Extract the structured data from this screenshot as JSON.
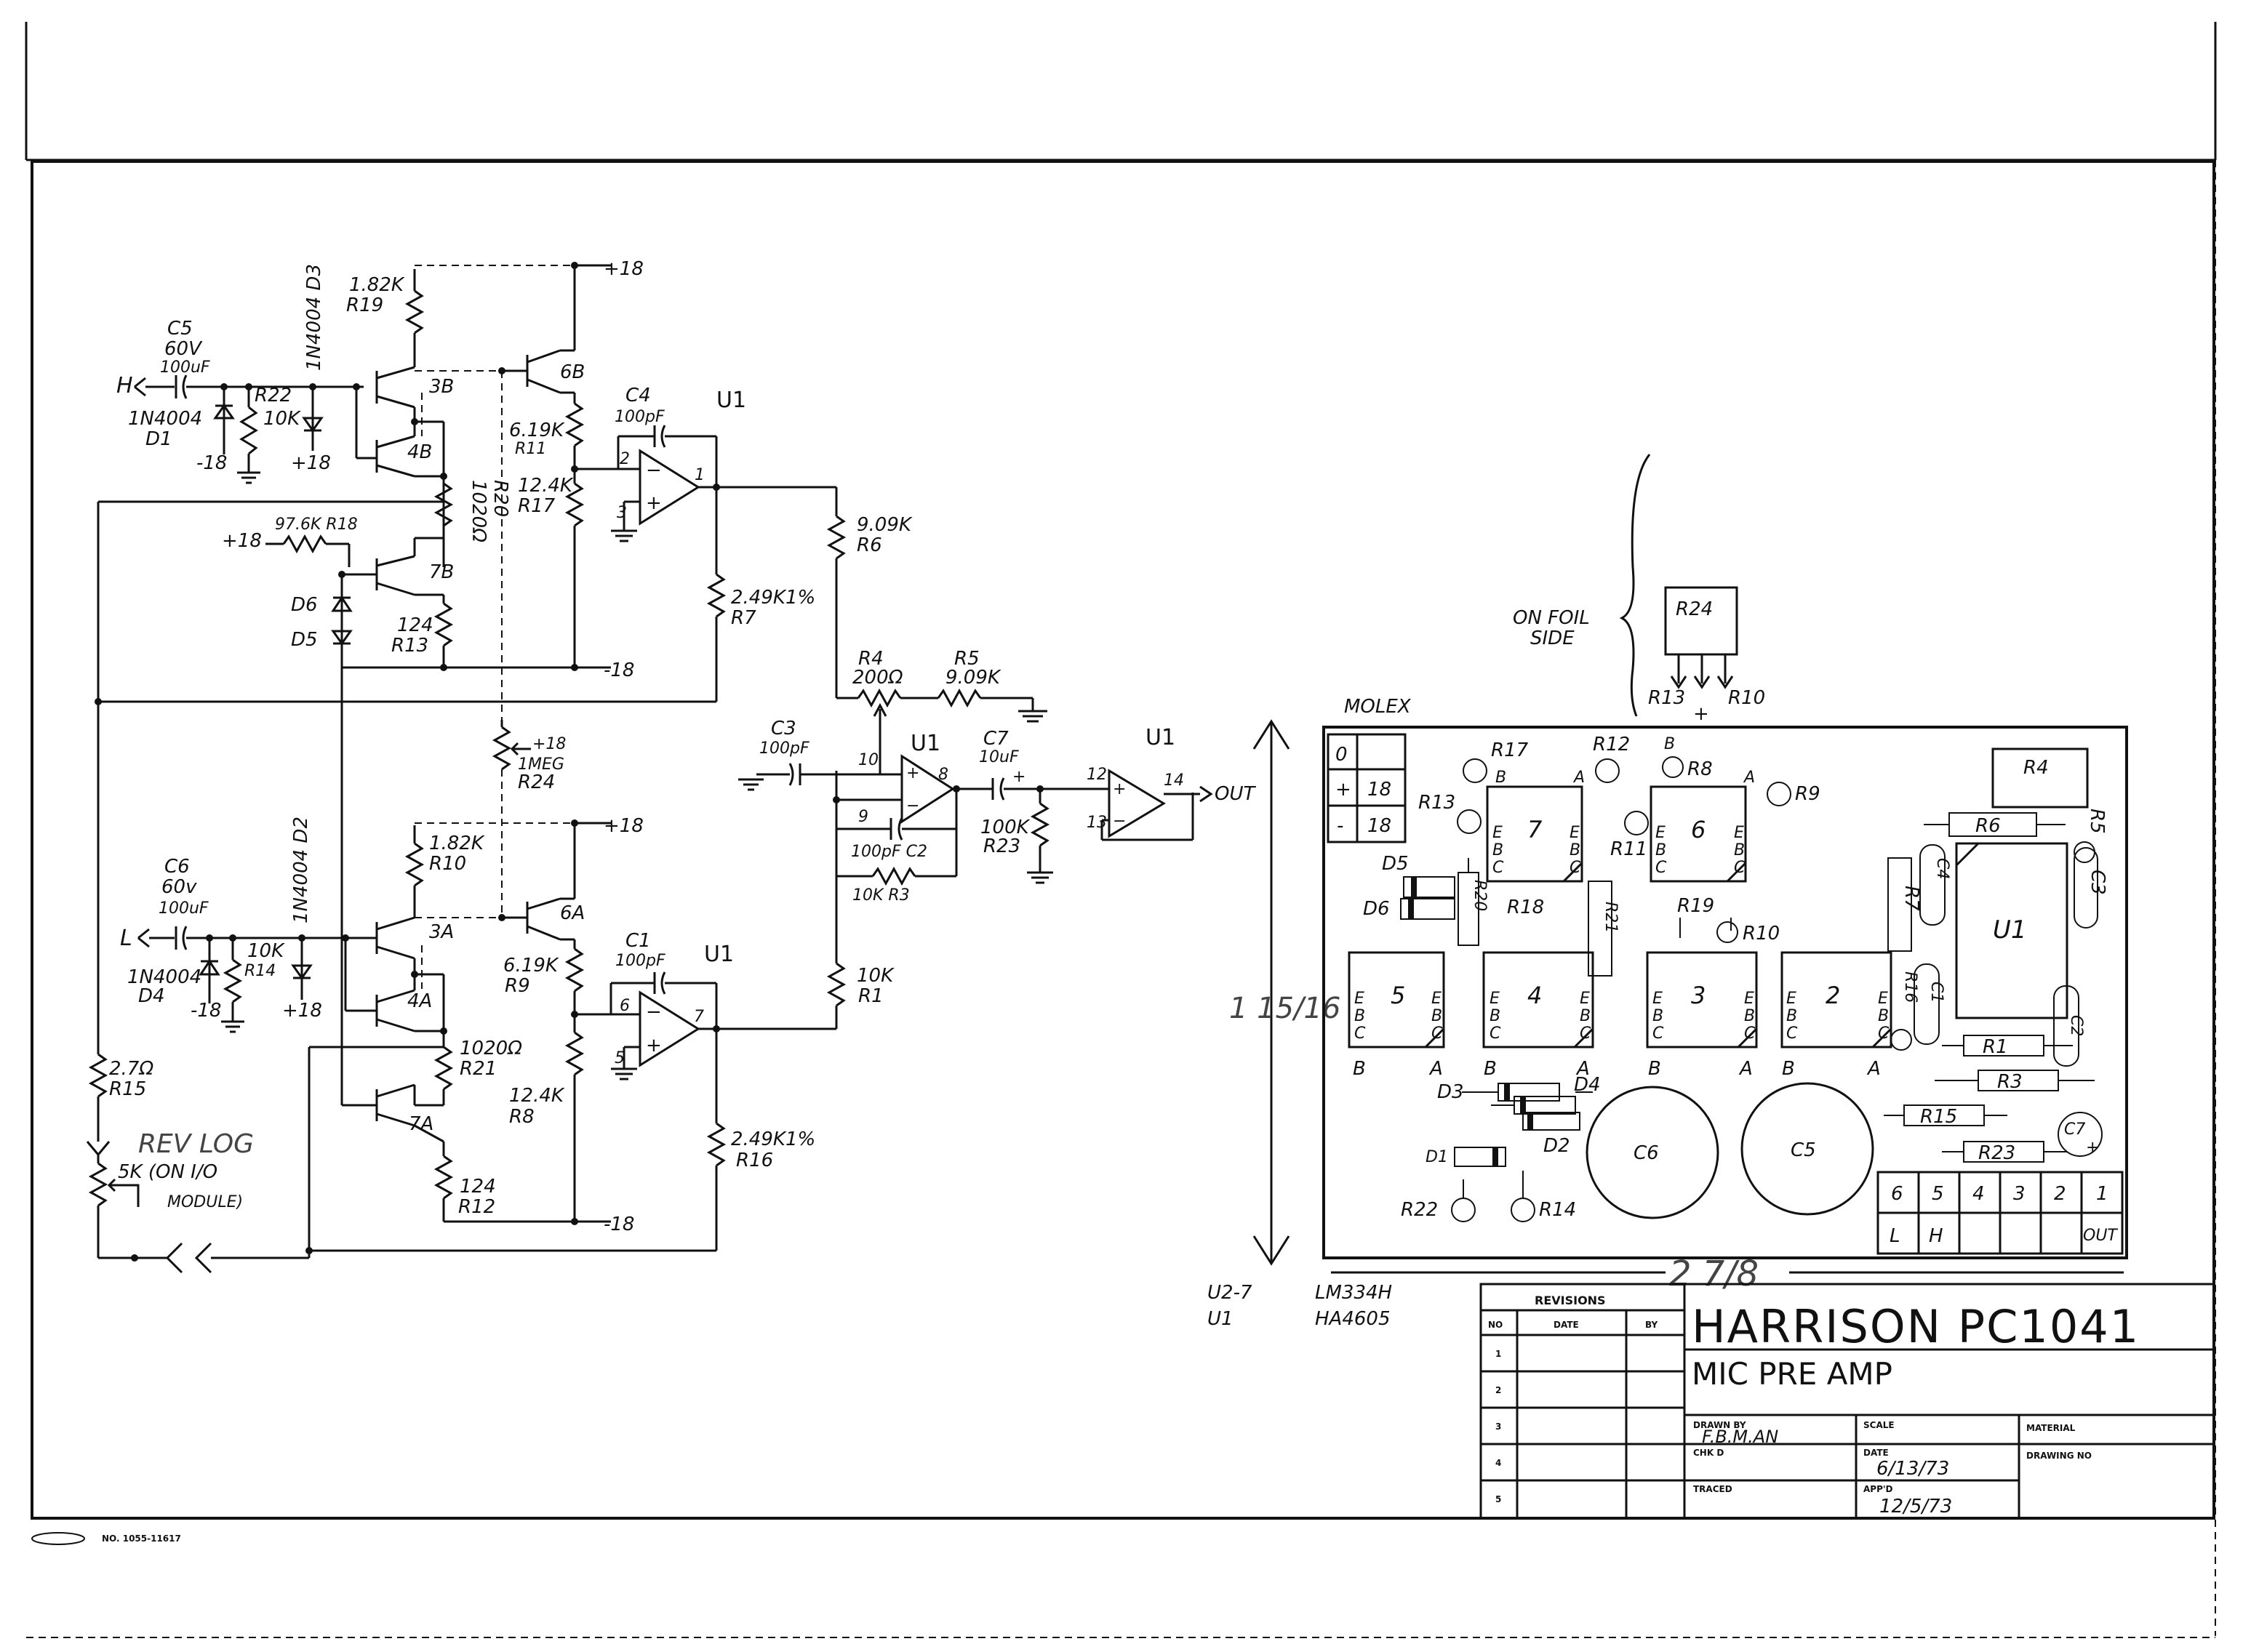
{
  "title_block": {
    "title": "HARRISON PC1041",
    "subtitle": "MIC PRE AMP",
    "revisions_header": "REVISIONS",
    "rev_cols": [
      "NO",
      "DATE",
      "BY"
    ],
    "rev_rows": [
      "1",
      "2",
      "3",
      "4",
      "5"
    ],
    "drawn_by_label": "DRAWN BY",
    "drawn_by": "F.B.M.AN",
    "chkd_label": "CHK D",
    "traced_label": "TRACED",
    "scale_label": "SCALE",
    "date_label": "DATE",
    "date": "6/13/73",
    "appd_label": "APP'D",
    "appd": "12/5/73",
    "material_label": "MATERIAL",
    "drawing_no_label": "DRAWING NO"
  },
  "ic_notes": [
    {
      "ref": "U2-7",
      "part": "LM334H"
    },
    {
      "ref": "U1",
      "part": "HA4605"
    }
  ],
  "schematic": {
    "supplies": {
      "pos": "+18",
      "neg": "-18",
      "pot": "+18",
      "pot2": "-18"
    },
    "inputs": {
      "high": "H",
      "low": "L"
    },
    "out_label": "OUT",
    "opamp_label": "U1",
    "caps": {
      "c5": [
        "C5",
        "60V",
        "100uF"
      ],
      "c6": [
        "C6",
        "60v",
        "100uF"
      ],
      "c4": [
        "C4",
        "100pF"
      ],
      "c1": [
        "C1",
        "100pF"
      ],
      "c3": [
        "C3",
        "100pF"
      ],
      "c7": [
        "C7",
        "10uF"
      ],
      "c2": "100pF C2"
    },
    "diodes": {
      "d1": [
        "1N4004",
        "D1"
      ],
      "d4": [
        "1N4004",
        "D4"
      ],
      "d3": "1N4004 D3",
      "d2": "1N4004 D2",
      "d6": "D6",
      "d5": "D5"
    },
    "resistors": {
      "r22": [
        "R22",
        "10K"
      ],
      "r14": [
        "10K",
        "R14"
      ],
      "r19": [
        "1.82K",
        "R19"
      ],
      "r10": [
        "1.82K",
        "R10"
      ],
      "r11": [
        "6.19K",
        "R11"
      ],
      "r9": [
        "6.19K",
        "R9"
      ],
      "r17": [
        "12.4K",
        "R17"
      ],
      "r8": [
        "12.4K",
        "R8"
      ],
      "r20": [
        "1020Ω",
        "R20"
      ],
      "r21": [
        "1020Ω",
        "R21"
      ],
      "r18": "97.6K R18",
      "r13": [
        "124",
        "R13"
      ],
      "r12": [
        "124",
        "R12"
      ],
      "r24": [
        "+18",
        "1MEG",
        "R24"
      ],
      "r6": [
        "9.09K",
        "R6"
      ],
      "r7": [
        "2.49K1%",
        "R7"
      ],
      "r16": [
        "2.49K1%",
        "R16"
      ],
      "r4": [
        "R4",
        "200Ω"
      ],
      "r5": [
        "R5",
        "9.09K"
      ],
      "r23": [
        "100K",
        "R23"
      ],
      "r3": "10K R3",
      "r1": [
        "10K",
        "R1"
      ],
      "r15": [
        "2.7Ω",
        "R15"
      ]
    },
    "transistors": [
      "3B",
      "4B",
      "6B",
      "7B",
      "3A",
      "4A",
      "6A",
      "7A"
    ],
    "pins": [
      "2",
      "3",
      "1",
      "10",
      "9",
      "8",
      "12",
      "13",
      "14",
      "6",
      "5",
      "7"
    ],
    "rev_log": "REV LOG",
    "pot_note": [
      "5K (ON I/O",
      "MODULE)"
    ]
  },
  "layout_board": {
    "foil_note": [
      "ON FOIL",
      "SIDE"
    ],
    "r24_box": "R24",
    "r24_leads": [
      "R13",
      "+",
      "R10"
    ],
    "molex_label": "MOLEX",
    "molex_pins": [
      "0",
      "+",
      "-"
    ],
    "molex_vals": [
      "18",
      "18"
    ],
    "height_dim": "1 15/16",
    "width_dim": "2 7/8",
    "top_parts": [
      "R17",
      "R12",
      "B",
      "R8",
      "A",
      "R9",
      "R13",
      "B",
      "A",
      "R11"
    ],
    "transistors": [
      "7",
      "6",
      "5",
      "4",
      "3",
      "2"
    ],
    "ebc": [
      "E",
      "B",
      "C"
    ],
    "row_letters": [
      "B",
      "A",
      "B",
      "A",
      "B",
      "A",
      "B",
      "A"
    ],
    "mid_parts": [
      "D5",
      "D6",
      "R20",
      "R18",
      "R21",
      "R19",
      "R10"
    ],
    "right_parts": [
      "R4",
      "R6",
      "R5",
      "C3",
      "C4",
      "R7",
      "U1",
      "R16",
      "C1",
      "C2",
      "R1",
      "R3",
      "R15",
      "R23",
      "C7"
    ],
    "bottom_parts": [
      "D3",
      "D4",
      "D2",
      "D1",
      "R22",
      "R14",
      "C6",
      "C5"
    ],
    "connector_nums": [
      "6",
      "5",
      "4",
      "3",
      "2",
      "1"
    ],
    "connector_labels": [
      "L",
      "H",
      "",
      "",
      "",
      "OUT"
    ]
  },
  "footer_stamp": "NO. 1055-11617"
}
